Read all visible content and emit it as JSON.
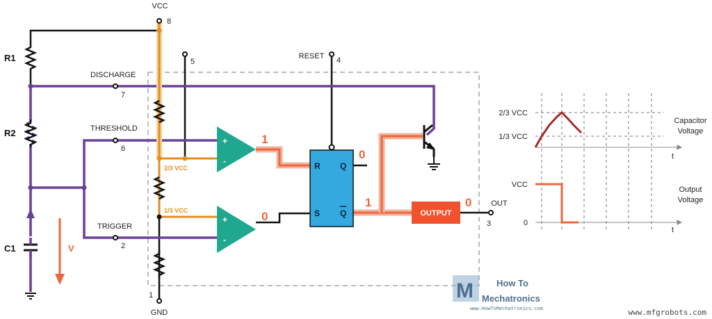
{
  "pins": {
    "vcc_label": "VCC",
    "vcc_num": "8",
    "ctrl_num": "5",
    "reset_label": "RESET",
    "reset_num": "4",
    "discharge_label": "DISCHARGE",
    "discharge_num": "7",
    "threshold_label": "THRESHOLD",
    "threshold_num": "6",
    "trigger_label": "TRIGGER",
    "trigger_num": "2",
    "gnd_label": "GND",
    "gnd_num": "1",
    "out_label": "OUT",
    "out_num": "3"
  },
  "components": {
    "r1": "R1",
    "r2": "R2",
    "c1": "C1",
    "v": "V",
    "ref_high": "2/3 VCC",
    "ref_low": "1/3 VCC",
    "ff_r": "R",
    "ff_s": "S",
    "ff_q": "Q",
    "ff_qbar": "Q",
    "output": "OUTPUT"
  },
  "logic_levels": {
    "comp_upper": "1",
    "comp_lower": "0",
    "q": "0",
    "qbar": "1",
    "output": "0"
  },
  "graphs": {
    "cap_high": "2/3 VCC",
    "cap_low": "1/3 VCC",
    "cap_title_1": "Capacitor",
    "cap_title_2": "Voltage",
    "out_high": "VCC",
    "out_low": "0",
    "out_title_1": "Output",
    "out_title_2": "Voltage",
    "t1": "t",
    "t2": "t"
  },
  "branding": {
    "logo_line1": "How To",
    "logo_line2": "Mechatronics",
    "logo_url": "www.HowToMechatronics.com",
    "watermark": "www.mfgrobots.com"
  },
  "colors": {
    "purple": "#6a3f96",
    "orange": "#e38e22",
    "red_active": "#e8693e",
    "comparator": "#1fa88f",
    "flipflop": "#34a9e0",
    "output_block": "#f0522d",
    "cap_curve": "#a52a2a"
  }
}
